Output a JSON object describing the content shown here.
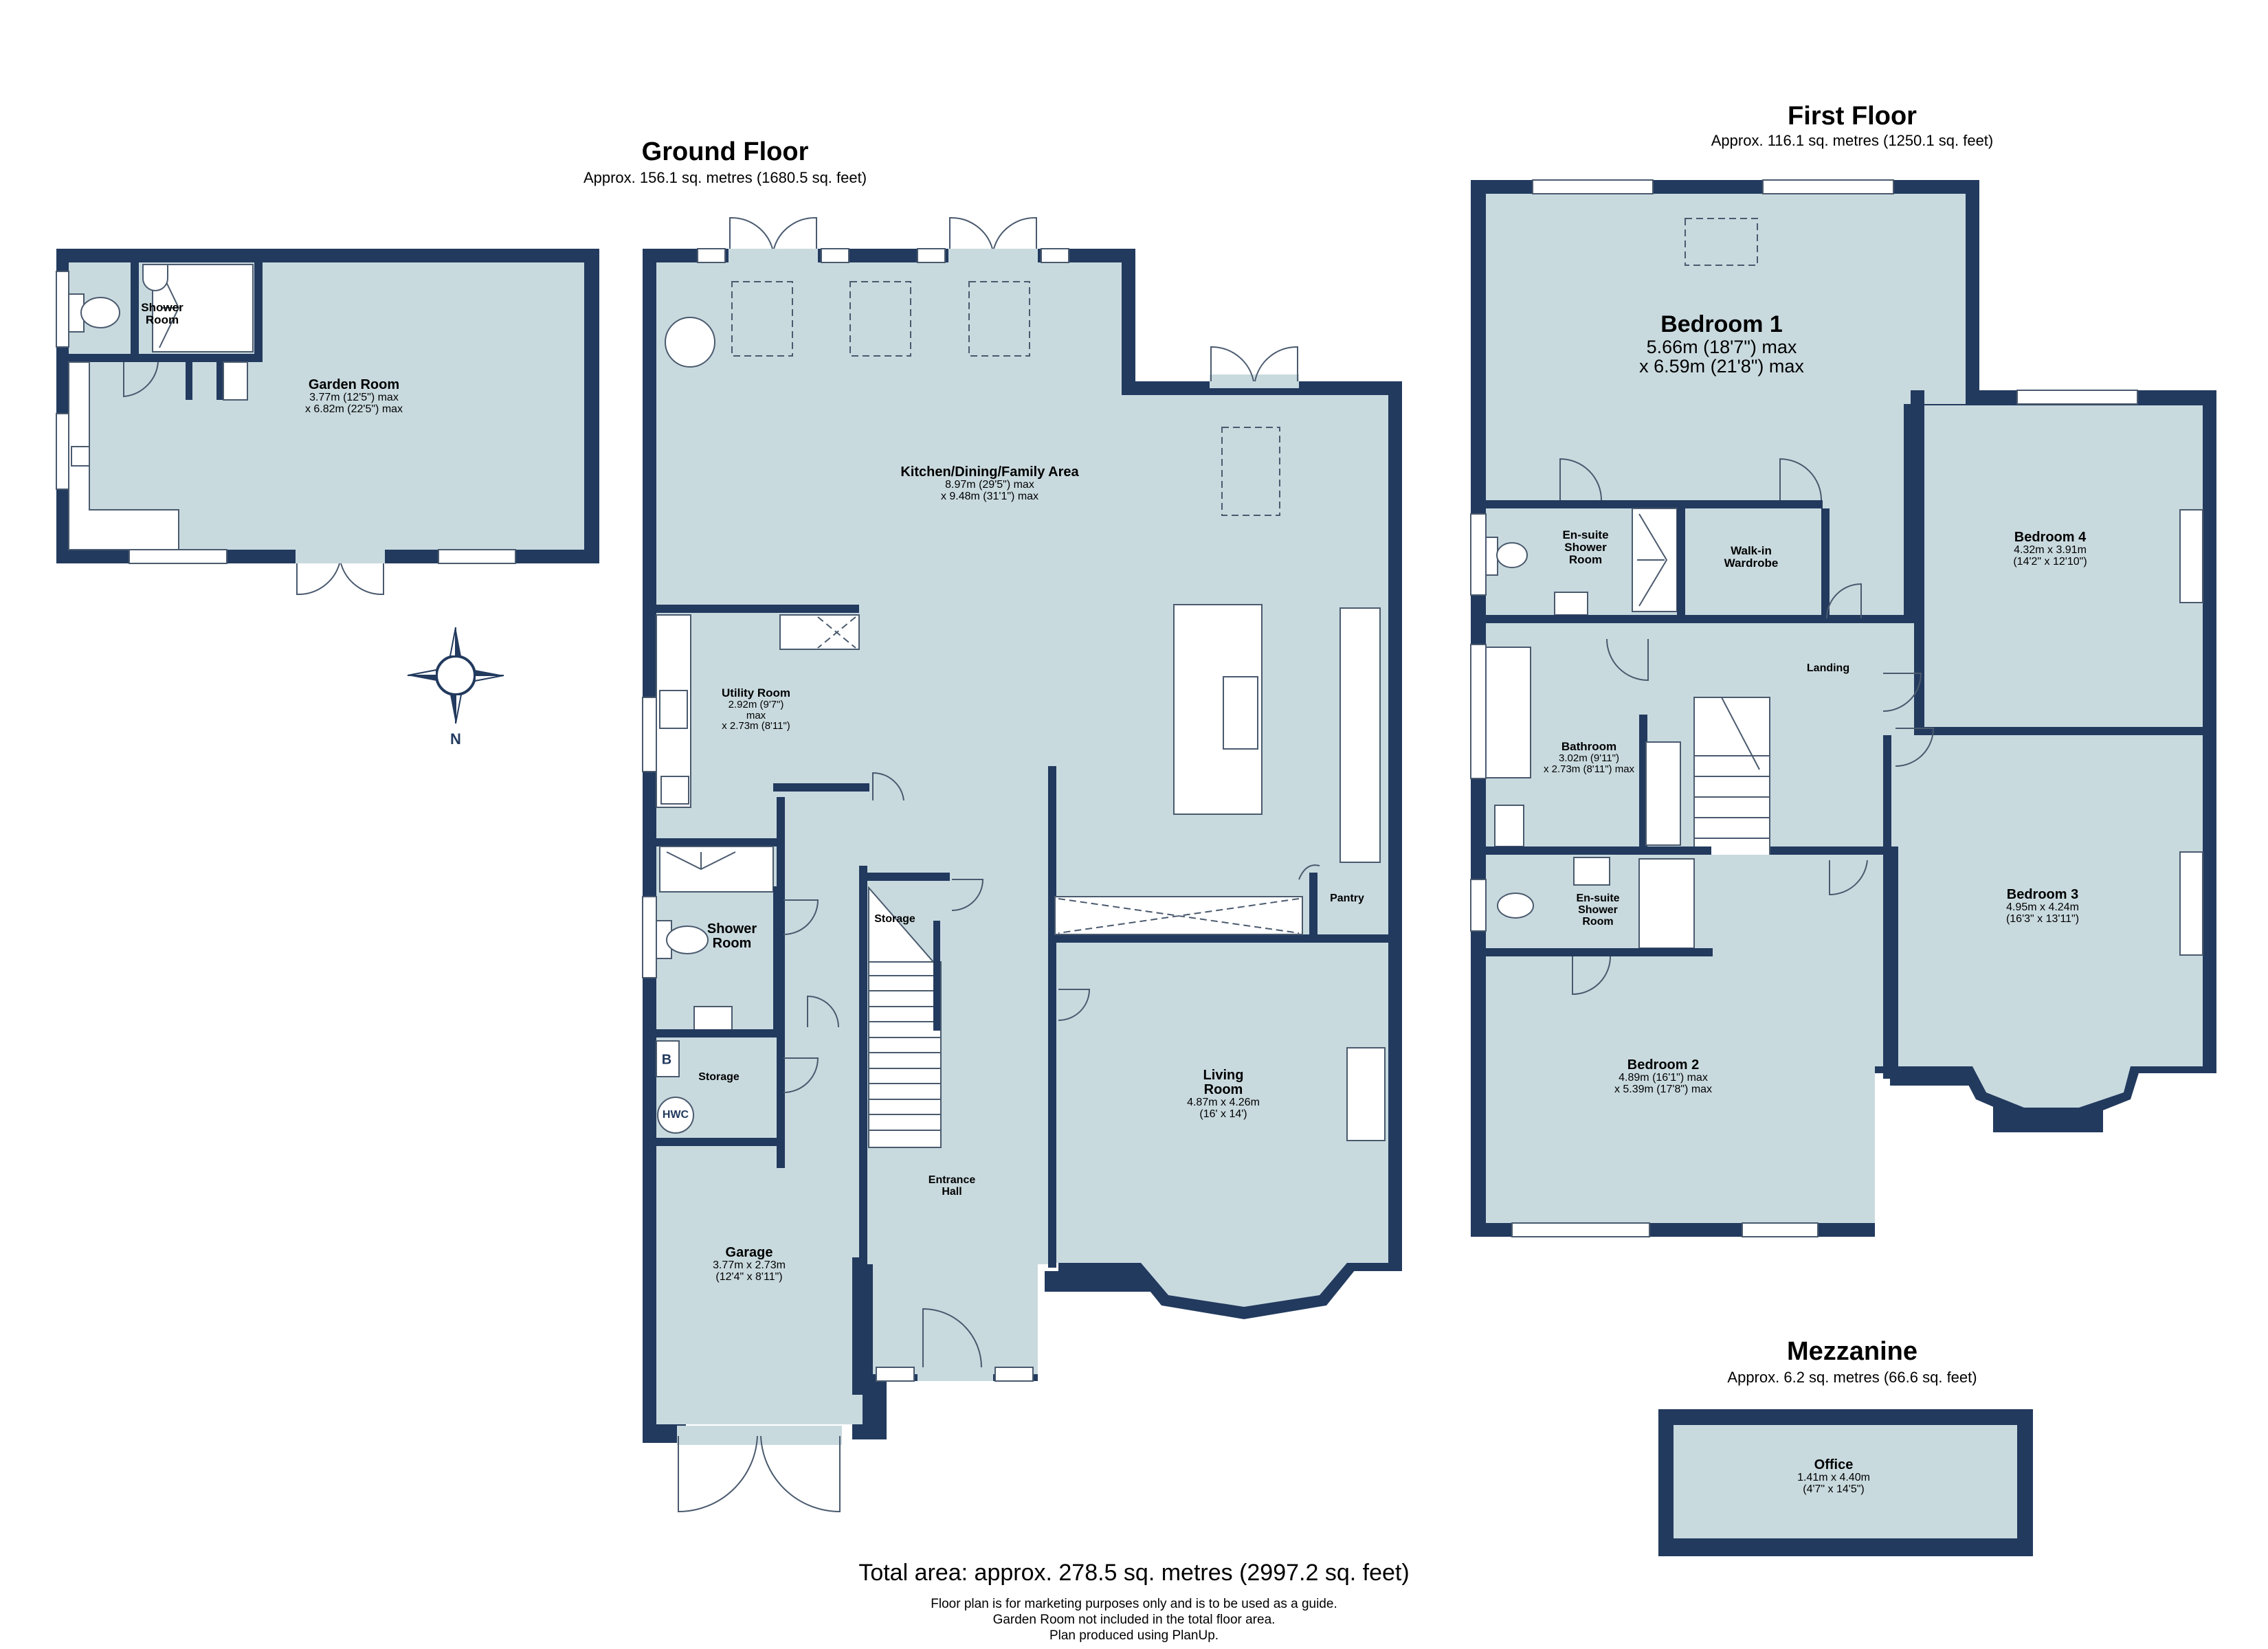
{
  "floors": {
    "ground": {
      "title": "Ground Floor",
      "area": "Approx. 156.1 sq. metres (1680.5 sq. feet)"
    },
    "first": {
      "title": "First Floor",
      "area": "Approx. 116.1 sq. metres (1250.1 sq. feet)"
    },
    "mezzanine": {
      "title": "Mezzanine",
      "area": "Approx. 6.2 sq. metres (66.6 sq. feet)"
    }
  },
  "rooms": {
    "garden_shower": {
      "name": "Shower Room"
    },
    "garden_room": {
      "name": "Garden Room",
      "dim1": "3.77m (12'5\") max",
      "dim2": "x 6.82m (22'5\") max"
    },
    "kitchen": {
      "name": "Kitchen/Dining/Family Area",
      "dim1": "8.97m (29'5\") max",
      "dim2": "x 9.48m (31'1\") max"
    },
    "utility": {
      "name": "Utility Room",
      "dim1": "2.92m (9'7\") max",
      "dim2": "x 2.73m (8'11\")"
    },
    "shower_room": {
      "name": "Shower Room"
    },
    "storage_small": {
      "name": "Storage"
    },
    "storage_stairs": {
      "name": "Storage"
    },
    "pantry": {
      "name": "Pantry"
    },
    "living": {
      "name": "Living Room",
      "dim1": "4.87m x 4.26m",
      "dim2": "(16' x 14')"
    },
    "entrance": {
      "name": "Entrance Hall"
    },
    "garage": {
      "name": "Garage",
      "dim1": "3.77m x 2.73m",
      "dim2": "(12'4\" x 8'11\")"
    },
    "bedroom1": {
      "name": "Bedroom 1",
      "dim1": "5.66m (18'7\") max",
      "dim2": "x 6.59m (21'8\") max"
    },
    "ensuite1": {
      "name": "En-suite Shower Room"
    },
    "walkin": {
      "name": "Walk-in Wardrobe"
    },
    "bedroom4": {
      "name": "Bedroom 4",
      "dim1": "4.32m x 3.91m",
      "dim2": "(14'2\" x 12'10\")"
    },
    "landing": {
      "name": "Landing"
    },
    "bathroom": {
      "name": "Bathroom",
      "dim1": "3.02m (9'11\")",
      "dim2": "x 2.73m (8'11\") max"
    },
    "ensuite2": {
      "name": "En-suite Shower Room"
    },
    "bedroom2": {
      "name": "Bedroom 2",
      "dim1": "4.89m (16'1\") max",
      "dim2": "x 5.39m (17'8\") max"
    },
    "bedroom3": {
      "name": "Bedroom 3",
      "dim1": "4.95m x 4.24m",
      "dim2": "(16'3\" x 13'11\")"
    },
    "office": {
      "name": "Office",
      "dim1": "1.41m x 4.40m",
      "dim2": "(4'7\" x 14'5\")"
    }
  },
  "fixtures": {
    "boiler": "B",
    "hot_water_cylinder": "HWC"
  },
  "compass": {
    "label": "N",
    "icon": "compass-rose-icon"
  },
  "footer": {
    "total": "Total area: approx. 278.5 sq. metres (2997.2 sq. feet)",
    "note1": "Floor plan is for marketing purposes only and is to be used as a guide.",
    "note2": "Garden Room not included in the total floor area.",
    "note3": "Plan produced using PlanUp."
  },
  "colors": {
    "wall": "#223a5e",
    "floor": "#c9dadf",
    "fixture": "#ffffff"
  }
}
